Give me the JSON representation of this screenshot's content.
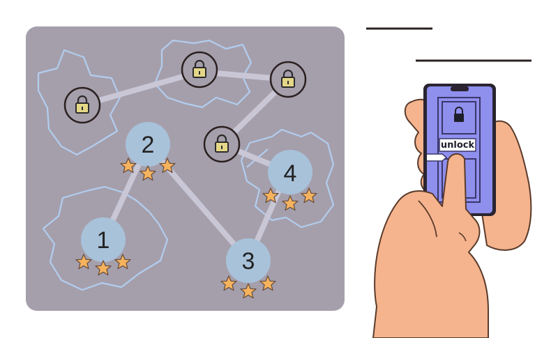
{
  "map": {
    "levels": [
      {
        "number": "1",
        "stars": 3,
        "state": "completed"
      },
      {
        "number": "2",
        "stars": 3,
        "state": "completed"
      },
      {
        "number": "3",
        "stars": 3,
        "state": "completed"
      },
      {
        "number": "4",
        "stars": 3,
        "state": "completed"
      }
    ],
    "locked_count": 4
  },
  "phone": {
    "unlock_label": "unlock"
  },
  "colors": {
    "board": "#a59fac",
    "path": "#c9c7d6",
    "level_circle": "#a8c2da",
    "lock_body": "#e4d888",
    "star": "#f6b35e",
    "phone_screen": "#8f8fee",
    "skin": "#f5b48e",
    "border_outline": "#b2cdee"
  }
}
